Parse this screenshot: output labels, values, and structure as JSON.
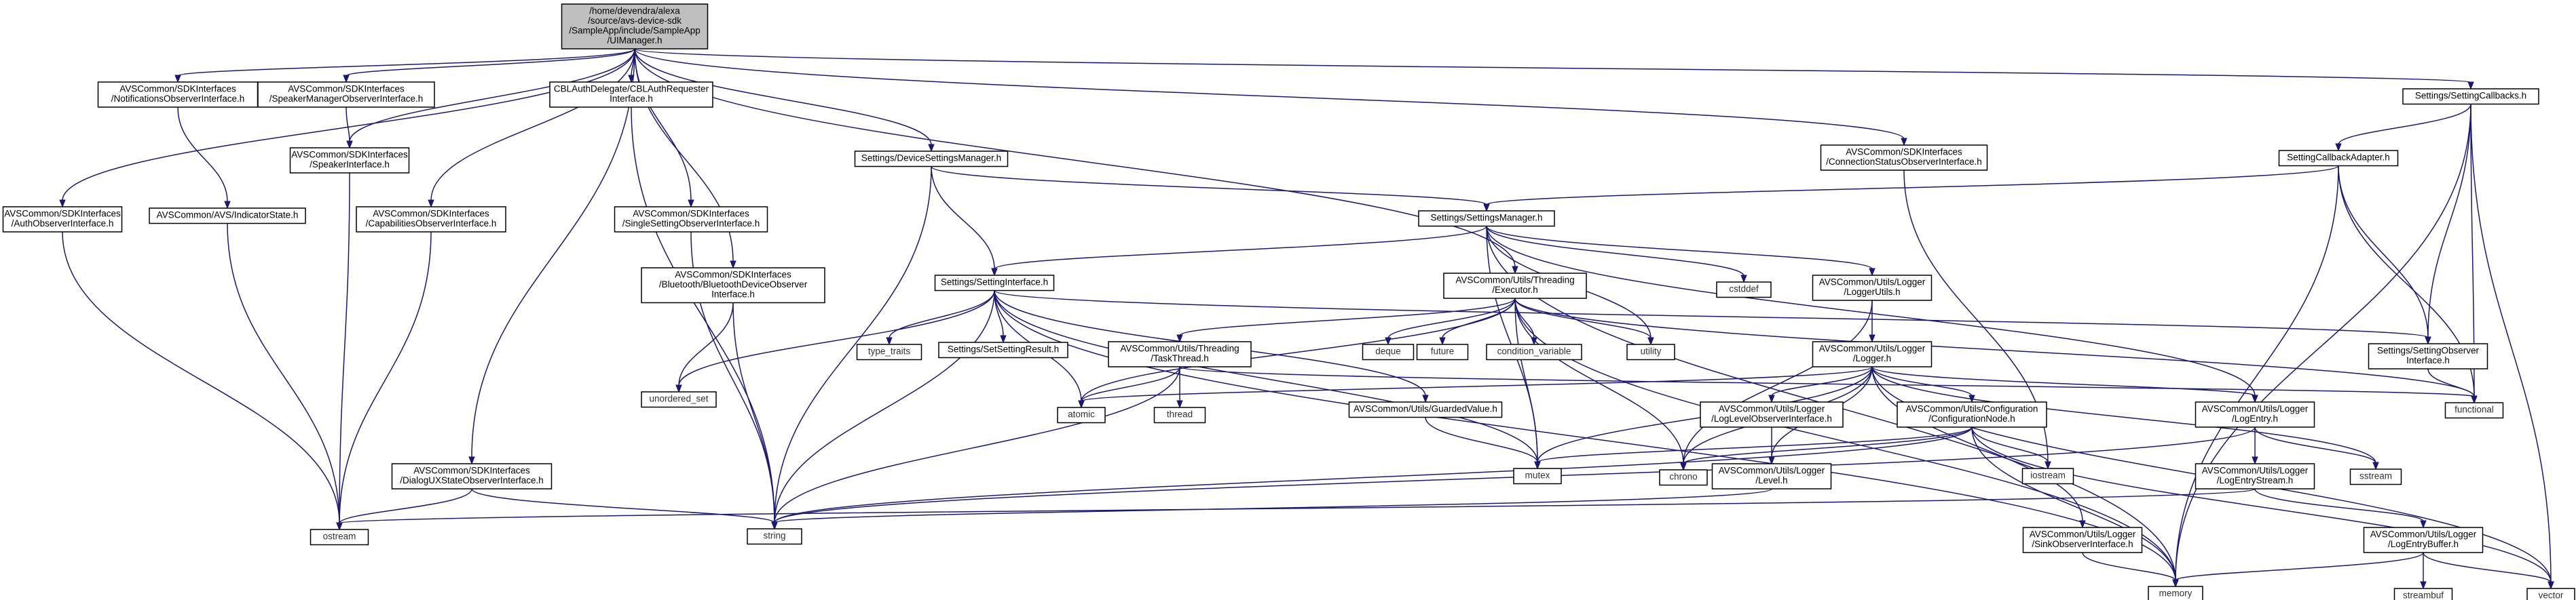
{
  "graph": {
    "nodes": [
      {
        "id": "root",
        "lines": [
          "/home/devendra/alexa",
          "/source/avs-device-sdk",
          "/SampleApp/include/SampleApp",
          "/UIManager.h"
        ],
        "style": "root"
      },
      {
        "id": "auth_obs",
        "lines": [
          "AVSCommon/SDKInterfaces",
          "/AuthObserverInterface.h"
        ],
        "style": "box"
      },
      {
        "id": "notif_obs",
        "lines": [
          "AVSCommon/SDKInterfaces",
          "/NotificationsObserverInterface.h"
        ],
        "style": "box"
      },
      {
        "id": "spkmgr_obs",
        "lines": [
          "AVSCommon/SDKInterfaces",
          "/SpeakerManagerObserverInterface.h"
        ],
        "style": "box"
      },
      {
        "id": "speaker_if",
        "lines": [
          "AVSCommon/SDKInterfaces",
          "/SpeakerInterface.h"
        ],
        "style": "box"
      },
      {
        "id": "indicator",
        "lines": [
          "AVSCommon/AVS/IndicatorState.h"
        ],
        "style": "box"
      },
      {
        "id": "cap_obs",
        "lines": [
          "AVSCommon/SDKInterfaces",
          "/CapabilitiesObserverInterface.h"
        ],
        "style": "box"
      },
      {
        "id": "dialog_obs",
        "lines": [
          "AVSCommon/SDKInterfaces",
          "/DialogUXStateObserverInterface.h"
        ],
        "style": "box"
      },
      {
        "id": "cbl",
        "lines": [
          "CBLAuthDelegate/CBLAuthRequester",
          "Interface.h"
        ],
        "style": "box"
      },
      {
        "id": "single_obs",
        "lines": [
          "AVSCommon/SDKInterfaces",
          "/SingleSettingObserverInterface.h"
        ],
        "style": "box"
      },
      {
        "id": "bt_obs",
        "lines": [
          "AVSCommon/SDKInterfaces",
          "/Bluetooth/BluetoothDeviceObserver",
          "Interface.h"
        ],
        "style": "box"
      },
      {
        "id": "devsettings",
        "lines": [
          "Settings/DeviceSettingsManager.h"
        ],
        "style": "box"
      },
      {
        "id": "conn_obs",
        "lines": [
          "AVSCommon/SDKInterfaces",
          "/ConnectionStatusObserverInterface.h"
        ],
        "style": "box"
      },
      {
        "id": "callbacks",
        "lines": [
          "Settings/SettingCallbacks.h"
        ],
        "style": "box"
      },
      {
        "id": "cb_adapter",
        "lines": [
          "SettingCallbackAdapter.h"
        ],
        "style": "box"
      },
      {
        "id": "settings_mgr",
        "lines": [
          "Settings/SettingsManager.h"
        ],
        "style": "box"
      },
      {
        "id": "setting_if",
        "lines": [
          "Settings/SettingInterface.h"
        ],
        "style": "box"
      },
      {
        "id": "executor",
        "lines": [
          "AVSCommon/Utils/Threading",
          "/Executor.h"
        ],
        "style": "box"
      },
      {
        "id": "taskthread",
        "lines": [
          "AVSCommon/Utils/Threading",
          "/TaskThread.h"
        ],
        "style": "box"
      },
      {
        "id": "set_result",
        "lines": [
          "Settings/SetSettingResult.h"
        ],
        "style": "box"
      },
      {
        "id": "guarded",
        "lines": [
          "AVSCommon/Utils/GuardedValue.h"
        ],
        "style": "box"
      },
      {
        "id": "logutils",
        "lines": [
          "AVSCommon/Utils/Logger",
          "/LoggerUtils.h"
        ],
        "style": "box"
      },
      {
        "id": "logger",
        "lines": [
          "AVSCommon/Utils/Logger",
          "/Logger.h"
        ],
        "style": "box"
      },
      {
        "id": "loglevel_obs",
        "lines": [
          "AVSCommon/Utils/Logger",
          "/LogLevelObserverInterface.h"
        ],
        "style": "box"
      },
      {
        "id": "level",
        "lines": [
          "AVSCommon/Utils/Logger",
          "/Level.h"
        ],
        "style": "box"
      },
      {
        "id": "confignode",
        "lines": [
          "AVSCommon/Utils/Configuration",
          "/ConfigurationNode.h"
        ],
        "style": "red"
      },
      {
        "id": "sink_obs",
        "lines": [
          "AVSCommon/Utils/Logger",
          "/SinkObserverInterface.h"
        ],
        "style": "box"
      },
      {
        "id": "setting_obs",
        "lines": [
          "Settings/SettingObserver",
          "Interface.h"
        ],
        "style": "box"
      },
      {
        "id": "logentry",
        "lines": [
          "AVSCommon/Utils/Logger",
          "/LogEntry.h"
        ],
        "style": "box"
      },
      {
        "id": "logstream",
        "lines": [
          "AVSCommon/Utils/Logger",
          "/LogEntryStream.h"
        ],
        "style": "box"
      },
      {
        "id": "logbuffer",
        "lines": [
          "AVSCommon/Utils/Logger",
          "/LogEntryBuffer.h"
        ],
        "style": "box"
      },
      {
        "id": "ostream",
        "lines": [
          "ostream"
        ],
        "style": "sys"
      },
      {
        "id": "string",
        "lines": [
          "string"
        ],
        "style": "sys"
      },
      {
        "id": "unordered_set",
        "lines": [
          "unordered_set"
        ],
        "style": "sys"
      },
      {
        "id": "type_traits",
        "lines": [
          "type_traits"
        ],
        "style": "sys"
      },
      {
        "id": "atomic",
        "lines": [
          "atomic"
        ],
        "style": "sys"
      },
      {
        "id": "thread",
        "lines": [
          "thread"
        ],
        "style": "sys"
      },
      {
        "id": "mutex",
        "lines": [
          "mutex"
        ],
        "style": "sys"
      },
      {
        "id": "memory",
        "lines": [
          "memory"
        ],
        "style": "sys"
      },
      {
        "id": "deque",
        "lines": [
          "deque"
        ],
        "style": "sys"
      },
      {
        "id": "future",
        "lines": [
          "future"
        ],
        "style": "sys"
      },
      {
        "id": "cond_var",
        "lines": [
          "condition_variable"
        ],
        "style": "sys"
      },
      {
        "id": "utility",
        "lines": [
          "utility"
        ],
        "style": "sys"
      },
      {
        "id": "cstddef",
        "lines": [
          "cstddef"
        ],
        "style": "sys"
      },
      {
        "id": "chrono",
        "lines": [
          "chrono"
        ],
        "style": "sys"
      },
      {
        "id": "iostream",
        "lines": [
          "iostream"
        ],
        "style": "sys"
      },
      {
        "id": "sstream",
        "lines": [
          "sstream"
        ],
        "style": "sys"
      },
      {
        "id": "functional",
        "lines": [
          "functional"
        ],
        "style": "sys"
      },
      {
        "id": "streambuf",
        "lines": [
          "streambuf"
        ],
        "style": "sys"
      },
      {
        "id": "vector",
        "lines": [
          "vector"
        ],
        "style": "sys"
      }
    ],
    "edges": [
      [
        "root",
        "auth_obs"
      ],
      [
        "root",
        "notif_obs"
      ],
      [
        "root",
        "spkmgr_obs"
      ],
      [
        "root",
        "speaker_if"
      ],
      [
        "root",
        "cap_obs"
      ],
      [
        "root",
        "dialog_obs"
      ],
      [
        "root",
        "cbl"
      ],
      [
        "root",
        "single_obs"
      ],
      [
        "root",
        "bt_obs"
      ],
      [
        "root",
        "devsettings"
      ],
      [
        "root",
        "executor"
      ],
      [
        "root",
        "conn_obs"
      ],
      [
        "root",
        "callbacks"
      ],
      [
        "auth_obs",
        "ostream"
      ],
      [
        "notif_obs",
        "indicator"
      ],
      [
        "spkmgr_obs",
        "speaker_if"
      ],
      [
        "speaker_if",
        "ostream"
      ],
      [
        "indicator",
        "ostream"
      ],
      [
        "cap_obs",
        "ostream"
      ],
      [
        "dialog_obs",
        "ostream"
      ],
      [
        "dialog_obs",
        "string"
      ],
      [
        "cbl",
        "string"
      ],
      [
        "single_obs",
        "string"
      ],
      [
        "bt_obs",
        "unordered_set"
      ],
      [
        "bt_obs",
        "string"
      ],
      [
        "devsettings",
        "setting_if"
      ],
      [
        "devsettings",
        "settings_mgr"
      ],
      [
        "devsettings",
        "string"
      ],
      [
        "conn_obs",
        "iostream"
      ],
      [
        "callbacks",
        "cb_adapter"
      ],
      [
        "callbacks",
        "setting_obs"
      ],
      [
        "callbacks",
        "functional"
      ],
      [
        "callbacks",
        "memory"
      ],
      [
        "callbacks",
        "vector"
      ],
      [
        "cb_adapter",
        "settings_mgr"
      ],
      [
        "cb_adapter",
        "setting_obs"
      ],
      [
        "cb_adapter",
        "functional"
      ],
      [
        "cb_adapter",
        "memory"
      ],
      [
        "settings_mgr",
        "setting_if"
      ],
      [
        "settings_mgr",
        "cstddef"
      ],
      [
        "settings_mgr",
        "logutils"
      ],
      [
        "settings_mgr",
        "logentry"
      ],
      [
        "settings_mgr",
        "memory"
      ],
      [
        "settings_mgr",
        "mutex"
      ],
      [
        "settings_mgr",
        "utility"
      ],
      [
        "setting_if",
        "type_traits"
      ],
      [
        "setting_if",
        "set_result"
      ],
      [
        "setting_if",
        "guarded"
      ],
      [
        "setting_if",
        "setting_obs"
      ],
      [
        "setting_if",
        "atomic"
      ],
      [
        "setting_if",
        "string"
      ],
      [
        "setting_if",
        "unordered_set"
      ],
      [
        "setting_if",
        "mutex"
      ],
      [
        "setting_if",
        "memory"
      ],
      [
        "executor",
        "taskthread"
      ],
      [
        "executor",
        "deque"
      ],
      [
        "executor",
        "future"
      ],
      [
        "executor",
        "cond_var"
      ],
      [
        "executor",
        "utility"
      ],
      [
        "executor",
        "atomic"
      ],
      [
        "executor",
        "mutex"
      ],
      [
        "executor",
        "chrono"
      ],
      [
        "executor",
        "functional"
      ],
      [
        "executor",
        "memory"
      ],
      [
        "taskthread",
        "atomic"
      ],
      [
        "taskthread",
        "thread"
      ],
      [
        "taskthread",
        "string"
      ],
      [
        "taskthread",
        "functional"
      ],
      [
        "guarded",
        "mutex"
      ],
      [
        "logutils",
        "logger"
      ],
      [
        "logutils",
        "chrono"
      ],
      [
        "logger",
        "atomic"
      ],
      [
        "logger",
        "mutex"
      ],
      [
        "logger",
        "chrono"
      ],
      [
        "logger",
        "loglevel_obs"
      ],
      [
        "logger",
        "level"
      ],
      [
        "logger",
        "confignode"
      ],
      [
        "logger",
        "logentry"
      ],
      [
        "logger",
        "sstream"
      ],
      [
        "logger",
        "vector"
      ],
      [
        "logger",
        "sink_obs"
      ],
      [
        "loglevel_obs",
        "level"
      ],
      [
        "level",
        "string"
      ],
      [
        "confignode",
        "mutex"
      ],
      [
        "confignode",
        "chrono"
      ],
      [
        "confignode",
        "iostream"
      ],
      [
        "confignode",
        "string"
      ],
      [
        "confignode",
        "memory"
      ],
      [
        "confignode",
        "vector"
      ],
      [
        "sink_obs",
        "memory"
      ],
      [
        "setting_obs",
        "functional"
      ],
      [
        "logentry",
        "logstream"
      ],
      [
        "logentry",
        "sstream"
      ],
      [
        "logentry",
        "string"
      ],
      [
        "logstream",
        "logbuffer"
      ],
      [
        "logstream",
        "ostream"
      ],
      [
        "logbuffer",
        "streambuf"
      ],
      [
        "logbuffer",
        "vector"
      ],
      [
        "logbuffer",
        "memory"
      ]
    ]
  }
}
